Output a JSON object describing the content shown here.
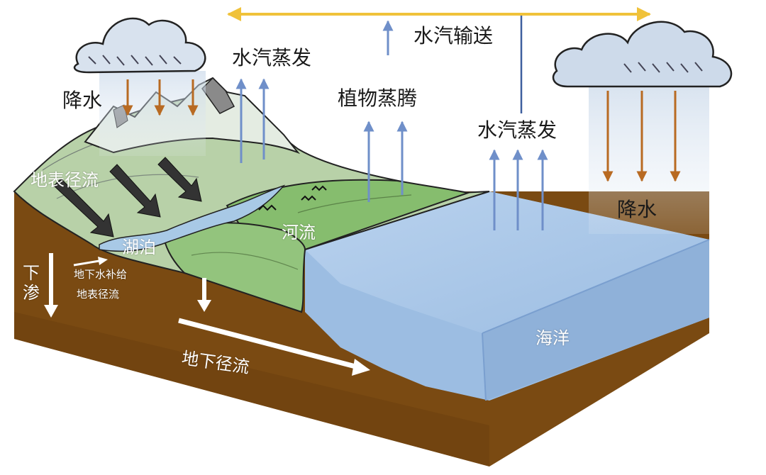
{
  "labels": {
    "vapor_transport": "水汽输送",
    "evaporation_land": "水汽蒸发",
    "transpiration": "植物蒸腾",
    "evaporation_ocean": "水汽蒸发",
    "precipitation_land": "降水",
    "precipitation_ocean": "降水",
    "surface_runoff": "地表径流",
    "lake": "湖泊",
    "river": "河流",
    "infiltration": "下渗",
    "groundwater_recharge_line1": "地下水补给",
    "groundwater_recharge_line2": "地表径流",
    "groundwater_runoff": "地下径流",
    "ocean": "海洋"
  },
  "colors": {
    "soil": "#7a4a12",
    "ocean_top": "#a9c6e6",
    "ocean_side": "#8fb1d9",
    "vegetation": "#8fc27a",
    "mountain": "#c8d8c0",
    "transport_arrow": "#f0c23a",
    "vapor_arrow": "#6f8fc9",
    "rain_arrow": "#b86a22",
    "runoff_arrow": "#333333"
  }
}
